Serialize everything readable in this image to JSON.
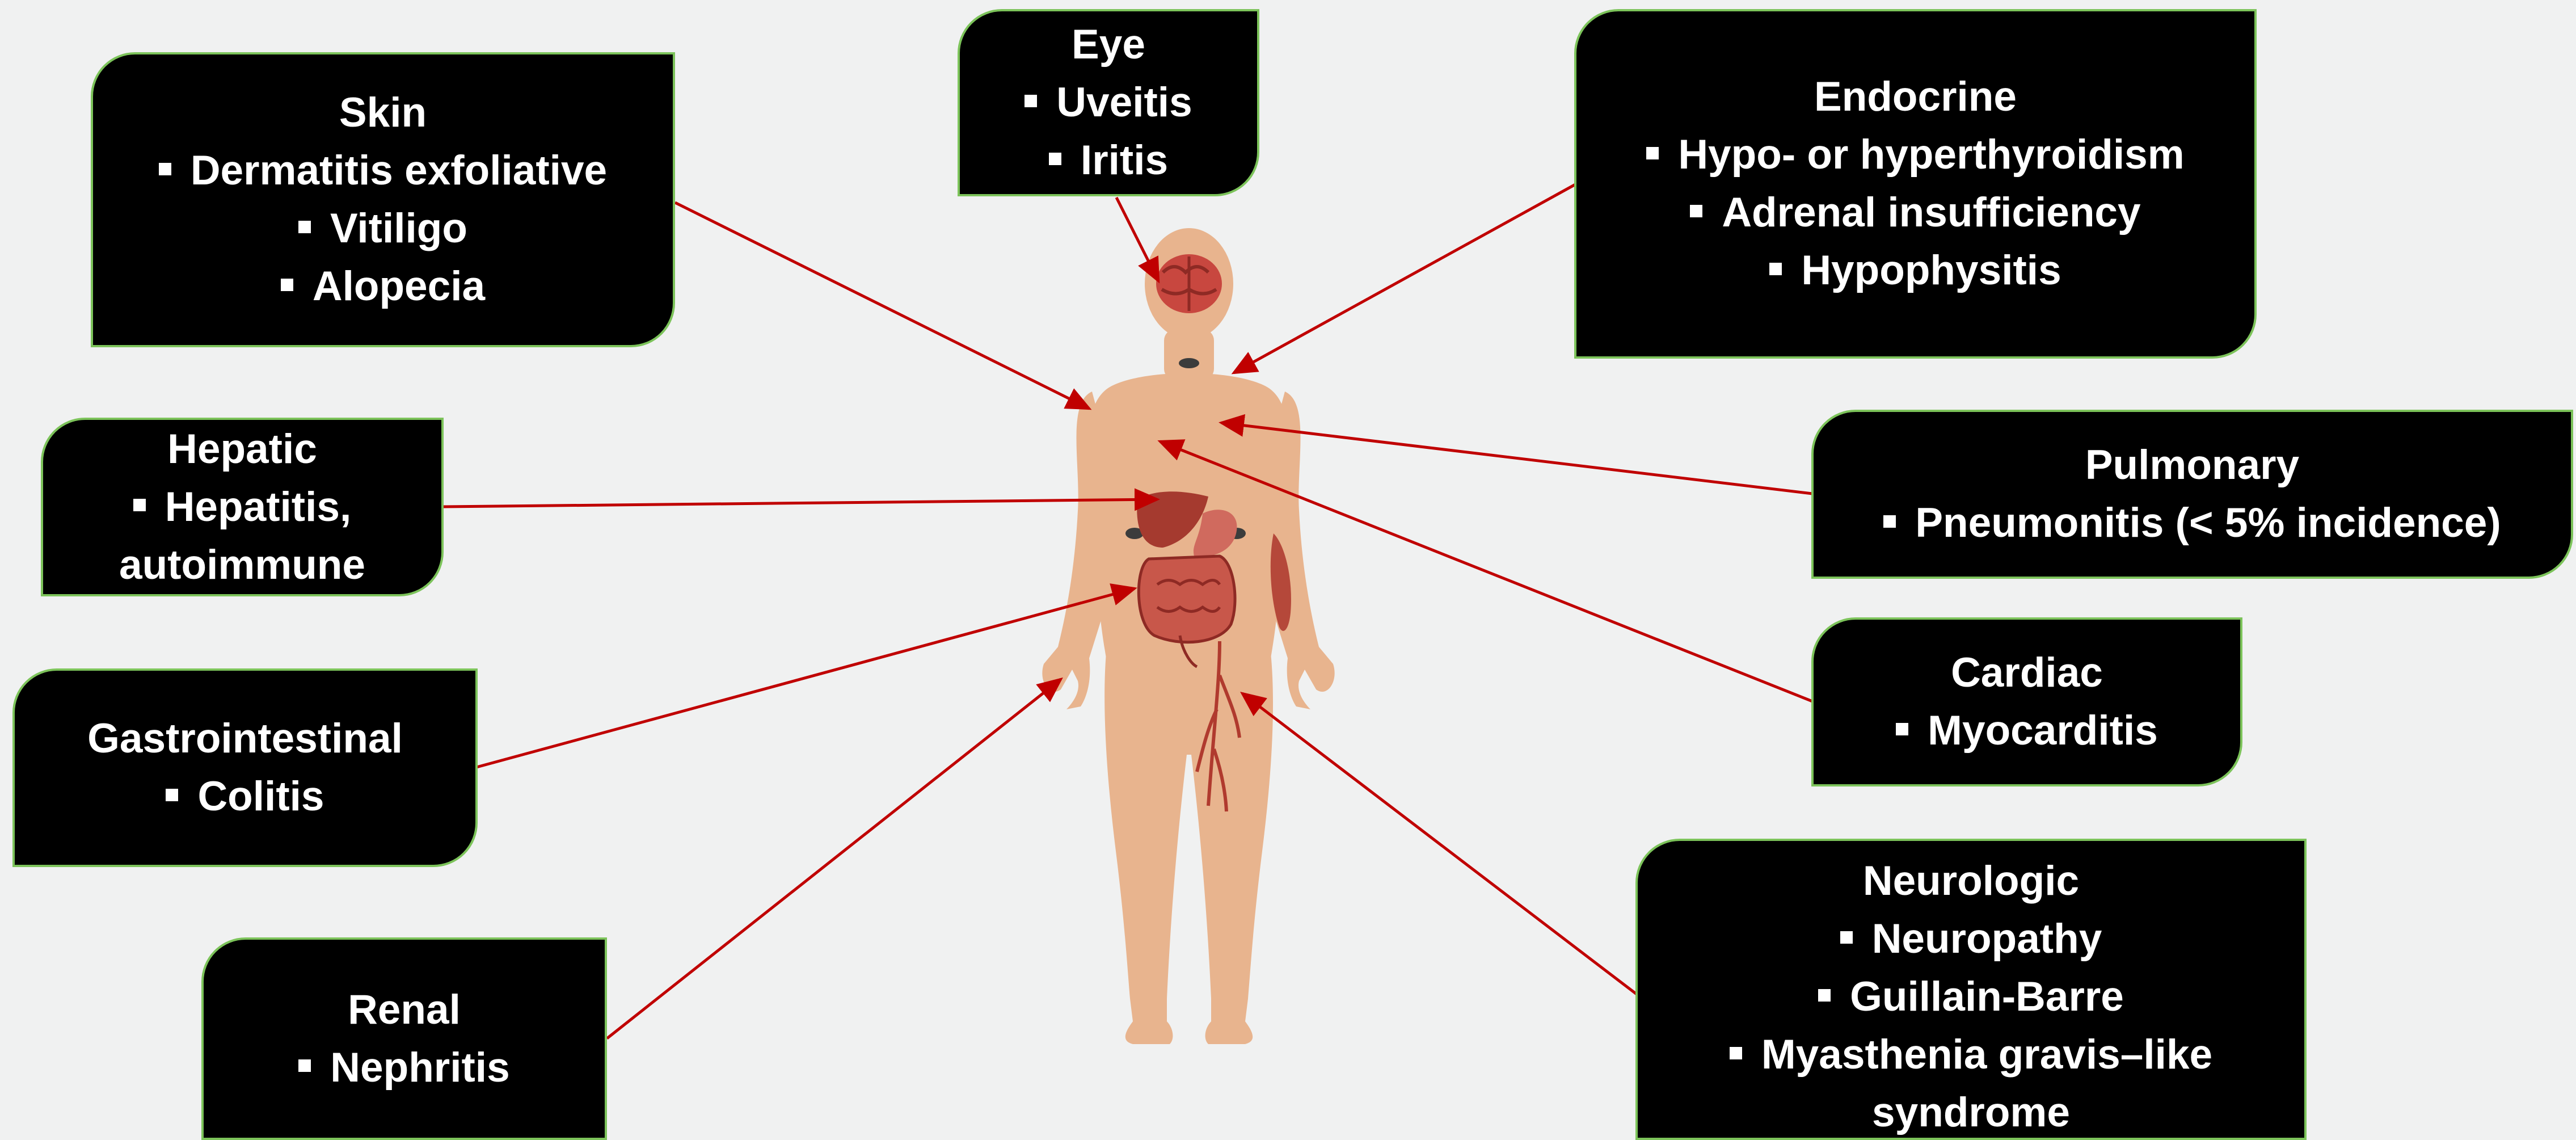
{
  "organ_boxes": {
    "skin": {
      "title": "Skin",
      "items": [
        "Dermatitis exfoliative",
        "Vitiligo",
        "Alopecia"
      ]
    },
    "eye": {
      "title": "Eye",
      "items": [
        "Uveitis",
        "Iritis"
      ]
    },
    "endocrine": {
      "title": "Endocrine",
      "items": [
        "Hypo- or hyperthyroidism",
        "Adrenal insufficiency",
        "Hypophysitis"
      ]
    },
    "hepatic": {
      "title": "Hepatic",
      "items": [
        "Hepatitis, autoimmune"
      ]
    },
    "pulmonary": {
      "title": "Pulmonary",
      "items": [
        "Pneumonitis (< 5% incidence)"
      ]
    },
    "cardiac": {
      "title": "Cardiac",
      "items": [
        "Myocarditis"
      ]
    },
    "gastrointestinal": {
      "title": "Gastrointestinal",
      "items": [
        "Colitis"
      ]
    },
    "renal": {
      "title": "Renal",
      "items": [
        "Nephritis"
      ]
    },
    "neurologic": {
      "title": "Neurologic",
      "items": [
        "Neuropathy",
        "Guillain-Barre",
        "Myasthenia gravis–like syndrome"
      ]
    }
  },
  "colors": {
    "box_fill": "#000000",
    "box_border": "#7cc35a",
    "arrow": "#c00000",
    "skin_tone": "#e8b48e",
    "organ": "#b5483a"
  },
  "icons": [
    "human-body-figure",
    "brain-icon",
    "liver-icon",
    "stomach-icon",
    "intestine-icon",
    "muscle-icon",
    "vessels-icon",
    "lymph-node-icon"
  ]
}
